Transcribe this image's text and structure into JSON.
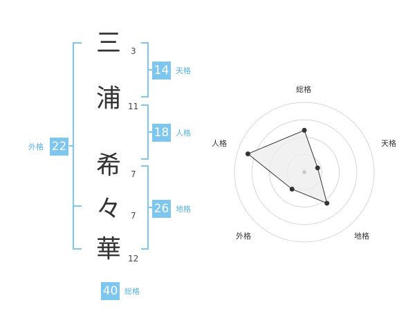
{
  "name": {
    "characters": [
      {
        "char": "三",
        "strokes": "3"
      },
      {
        "char": "浦",
        "strokes": "11"
      },
      {
        "char": "希",
        "strokes": "7"
      },
      {
        "char": "々",
        "strokes": "7"
      },
      {
        "char": "華",
        "strokes": "12"
      }
    ]
  },
  "fortunes": {
    "tenkaku": {
      "label": "天格",
      "value": "14"
    },
    "jinkaku": {
      "label": "人格",
      "value": "18"
    },
    "chikaku": {
      "label": "地格",
      "value": "26"
    },
    "gaikaku": {
      "label": "外格",
      "value": "22"
    },
    "soukaku": {
      "label": "総格",
      "value": "40"
    }
  },
  "chart_data": {
    "type": "radar",
    "axes": [
      "総格",
      "天格",
      "地格",
      "外格",
      "人格"
    ],
    "values": [
      0.6,
      0.2,
      0.55,
      0.3,
      0.85
    ],
    "range": [
      0,
      1
    ],
    "rings": 4,
    "colors": {
      "accent": "#7dc6ef",
      "ring": "#d6d6d6",
      "polygon_fill": "#eeeeee",
      "polygon_stroke": "#333333",
      "point": "#333333",
      "center": "#cccccc"
    }
  }
}
